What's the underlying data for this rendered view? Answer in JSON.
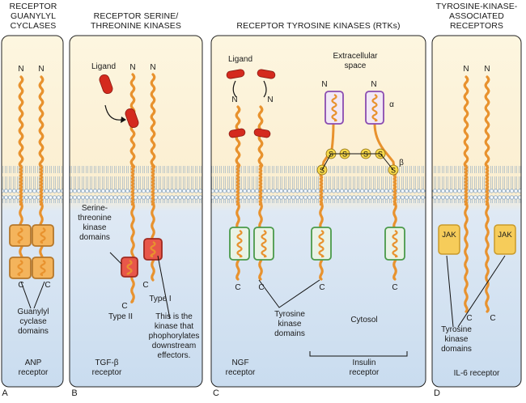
{
  "panels": [
    {
      "letter": "A",
      "header": [
        "RECEPTOR",
        "GUANYLYL",
        "CYCLASES"
      ],
      "bottom": [
        "ANP",
        "receptor"
      ],
      "domain_label": [
        "Guanylyl",
        "cyclase",
        "domains"
      ]
    },
    {
      "letter": "B",
      "header": [
        "RECEPTOR SERINE/",
        "THREONINE KINASES"
      ],
      "bottom": [
        "TGF-β",
        "receptor"
      ],
      "ligand": "Ligand",
      "kinase_label": [
        "Serine-",
        "threonine",
        "kinase",
        "domains"
      ],
      "type2": "Type II",
      "type1": "Type I",
      "note": [
        "This is the",
        "kinase that",
        "phophorylates",
        "downstream",
        "effectors."
      ]
    },
    {
      "letter": "C",
      "header": [
        "RECEPTOR TYROSINE KINASES (RTKs)"
      ],
      "ligand": "Ligand",
      "extracellular": [
        "Extracellular",
        "space"
      ],
      "cytosol": "Cytosol",
      "tk_label": [
        "Tyrosine",
        "kinase",
        "domains"
      ],
      "bottom_ngf": [
        "NGF",
        "receptor"
      ],
      "bottom_insulin": [
        "Insulin",
        "receptor"
      ],
      "alpha": "α",
      "beta": "β",
      "disulfide": "S"
    },
    {
      "letter": "D",
      "header": [
        "TYROSINE-KINASE-",
        "ASSOCIATED",
        "RECEPTORS"
      ],
      "jak": "JAK",
      "tk_label": [
        "Tyrosine",
        "kinase",
        "domains"
      ],
      "bottom": "IL-6  receptor"
    }
  ],
  "terminus": {
    "n": "N",
    "c": "C"
  },
  "colors": {
    "extracellular": "#fbf3dc",
    "cytosol": "#d6e4f2",
    "chain": "#e8922e",
    "ligand": "#d42a1e",
    "guanylyl": "#f4b45c",
    "sertk": "#e8574a",
    "tyrk": "#4a9a4a",
    "alpha": "#8a4bb0",
    "jak": "#f6cc5a"
  }
}
